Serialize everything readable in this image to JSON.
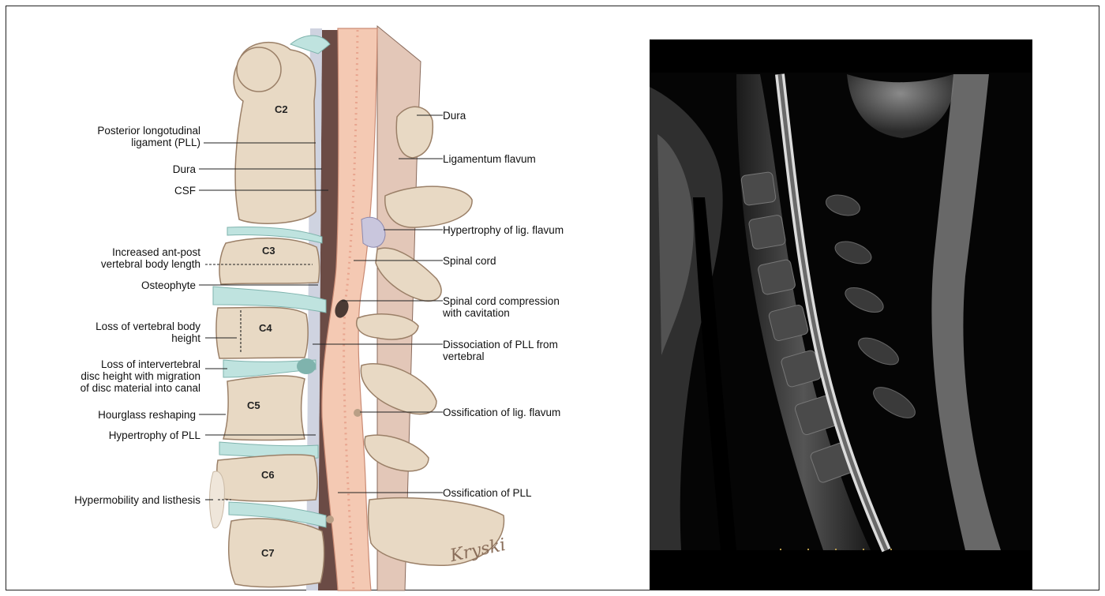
{
  "illustration": {
    "vertebrae": [
      "C2",
      "C3",
      "C4",
      "C5",
      "C6",
      "C7"
    ],
    "labels_left": [
      {
        "id": "pll",
        "text": "Posterior longotudinal\nligament (PLL)"
      },
      {
        "id": "dura",
        "text": "Dura"
      },
      {
        "id": "csf",
        "text": "CSF"
      },
      {
        "id": "apl",
        "text": "Increased ant-post\nvertebral body length"
      },
      {
        "id": "osteo",
        "text": "Osteophyte"
      },
      {
        "id": "vbh",
        "text": "Loss of vertebral body\nheight"
      },
      {
        "id": "disc",
        "text": "Loss of intervertebral\ndisc height with migration\nof disc material into canal"
      },
      {
        "id": "hourglass",
        "text": "Hourglass reshaping"
      },
      {
        "id": "hpll",
        "text": "Hypertrophy of PLL"
      },
      {
        "id": "hyper",
        "text": "Hypermobility and listhesis"
      }
    ],
    "labels_right": [
      {
        "id": "dura_r",
        "text": "Dura"
      },
      {
        "id": "lf",
        "text": "Ligamentum flavum"
      },
      {
        "id": "hlf",
        "text": "Hypertrophy of lig. flavum"
      },
      {
        "id": "cord",
        "text": "Spinal cord"
      },
      {
        "id": "comp",
        "text": "Spinal cord compression\nwith cavitation"
      },
      {
        "id": "dissoc",
        "text": "Dissociation of PLL from\nvertebral"
      },
      {
        "id": "olf",
        "text": "Ossification of lig. flavum"
      },
      {
        "id": "opll",
        "text": "Ossification of PLL"
      }
    ],
    "signature": "Kryski"
  },
  "colors": {
    "bone": "#e8d9c4",
    "bone_dark": "#b99f86",
    "disc": "#bfe3df",
    "cord": "#f4c9b3",
    "dura": "#6b4b45",
    "mri_bg": "#000000"
  }
}
